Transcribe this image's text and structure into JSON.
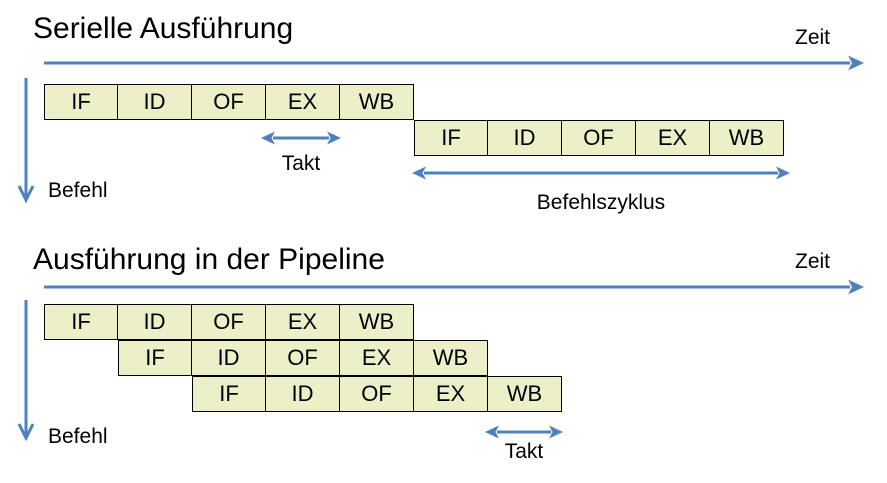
{
  "colors": {
    "box_fill": "#ECEFC8",
    "box_border": "#000000",
    "arrow_blue": "#4F81BD",
    "text": "#000000",
    "background": "#FFFFFF"
  },
  "serial": {
    "title": "Serielle Ausführung",
    "zeit_label": "Zeit",
    "befehl_label": "Befehl",
    "takt_label": "Takt",
    "befehlszyklus_label": "Befehlszyklus",
    "rows": [
      [
        "IF",
        "ID",
        "OF",
        "EX",
        "WB"
      ],
      [
        "IF",
        "ID",
        "OF",
        "EX",
        "WB"
      ]
    ]
  },
  "pipeline": {
    "title": "Ausführung in der Pipeline",
    "zeit_label": "Zeit",
    "befehl_label": "Befehl",
    "takt_label": "Takt",
    "rows": [
      [
        "IF",
        "ID",
        "OF",
        "EX",
        "WB"
      ],
      [
        "IF",
        "ID",
        "OF",
        "EX",
        "WB"
      ],
      [
        "IF",
        "ID",
        "OF",
        "EX",
        "WB"
      ]
    ]
  }
}
